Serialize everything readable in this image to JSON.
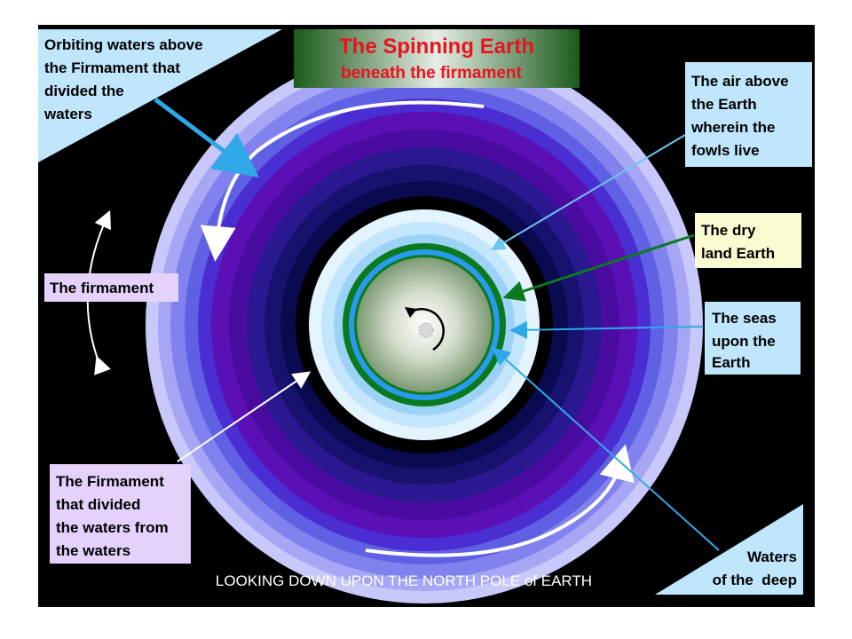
{
  "title": {
    "line1": "The Spinning Earth",
    "line2": "beneath the firmament"
  },
  "labels": {
    "orbiting_waters": [
      "Orbiting waters above",
      "the Firmament that",
      "divided the",
      "waters"
    ],
    "air": [
      "The air above",
      "the Earth",
      "wherein the",
      "fowls live"
    ],
    "dry_land": [
      "The dry",
      "land Earth"
    ],
    "firmament": [
      "The firmament"
    ],
    "seas": [
      "The seas",
      "upon the",
      "Earth"
    ],
    "firmament_divided": [
      "The Firmament",
      "that divided",
      "the waters from",
      "the waters"
    ],
    "waters_deep": [
      "Waters",
      "of the  deep"
    ]
  },
  "caption": "LOOKING DOWN UPON THE NORTH POLE of EARTH",
  "colors": {
    "background": "#000000",
    "title_red": "#e8141e",
    "label_light_blue": "#bfe6fb",
    "label_lavender": "#e4d2fb",
    "label_yellow": "#fbfbd2",
    "earth_green": "#0a7a1e",
    "sea_blue": "#2a9af0",
    "outer_ring_blue": "#5a5ae6",
    "mid_ring_purple": "#5a10b4",
    "inner_ring_navy": "#0a0a50"
  },
  "icons": [
    "rotation-arrow-icon",
    "orbit-arrow-icon",
    "double-arrow-icon"
  ]
}
